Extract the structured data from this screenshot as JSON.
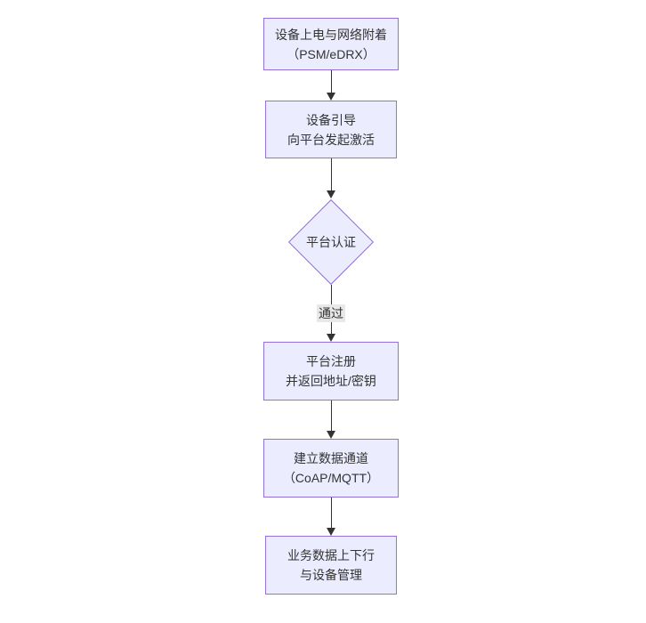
{
  "diagram": {
    "type": "flowchart-top-down",
    "colors": {
      "node_fill": "#ECECFF",
      "node_border": "#9370DB",
      "text_color": "#333333",
      "line_color": "#333333",
      "edge_label_bg": "#e8e8e8",
      "canvas_bg": "#ffffff"
    },
    "nodes": {
      "power_attach": {
        "shape": "rect",
        "line1": "设备上电与网络附着",
        "line2": "（PSM/eDRX）"
      },
      "bootstrap": {
        "shape": "rect",
        "line1": "设备引导",
        "line2": "向平台发起激活"
      },
      "auth": {
        "shape": "diamond",
        "label": "平台认证"
      },
      "register": {
        "shape": "rect",
        "line1": "平台注册",
        "line2": "并返回地址/密钥"
      },
      "channel": {
        "shape": "rect",
        "line1": "建立数据通道",
        "line2": "（CoAP/MQTT）"
      },
      "business": {
        "shape": "rect",
        "line1": "业务数据上下行",
        "line2": "与设备管理"
      }
    },
    "edges": {
      "pass_label": "通过"
    }
  }
}
